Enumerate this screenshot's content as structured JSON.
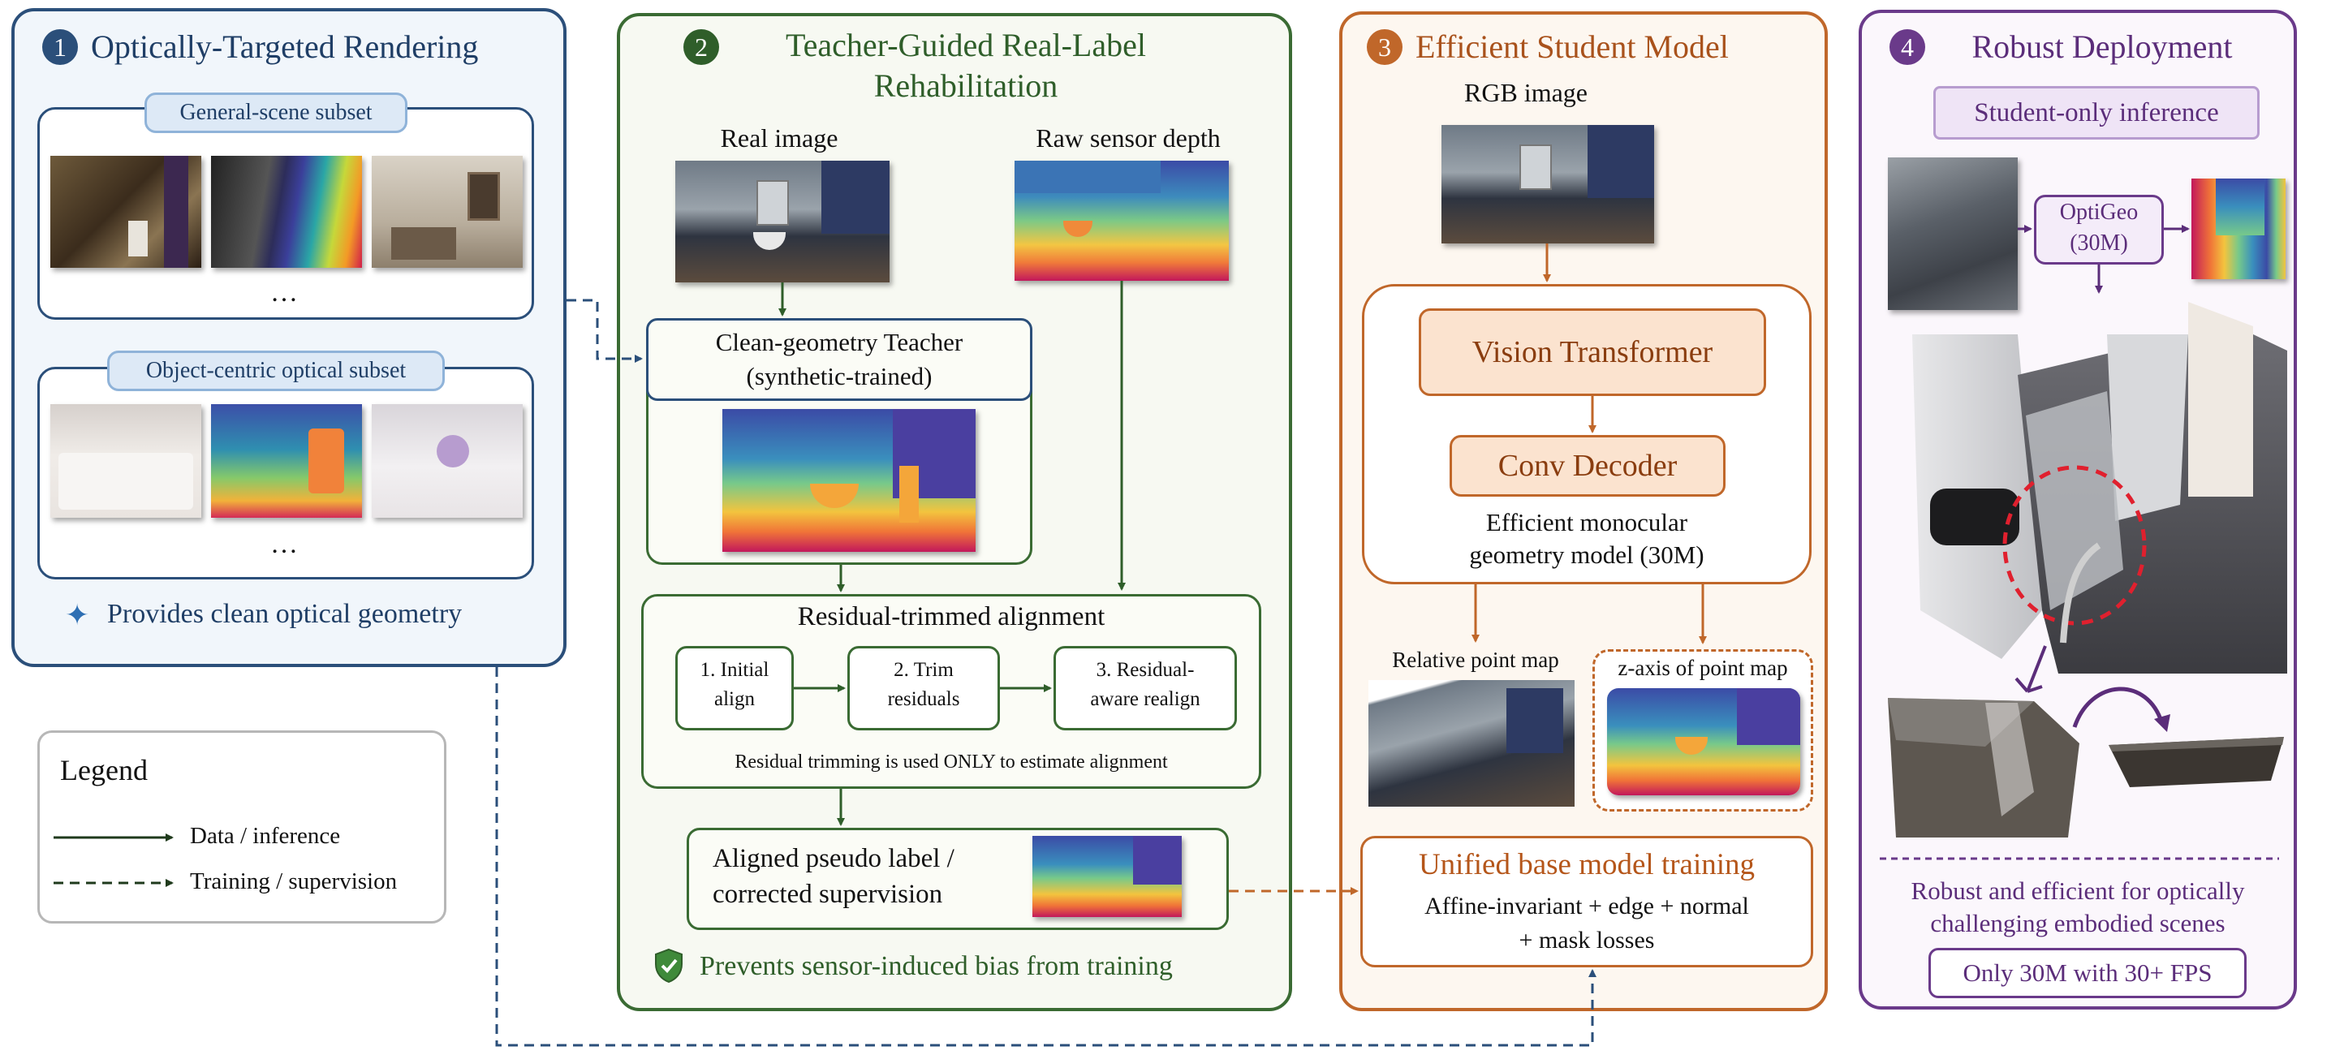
{
  "panel1": {
    "number": "1",
    "title": "Optically-Targeted Rendering",
    "subset1_label": "General-scene subset",
    "subset2_label": "Object-centric optical subset",
    "ellipsis": "…",
    "footer": "Provides clean optical geometry"
  },
  "legend": {
    "title": "Legend",
    "solid_label": "Data / inference",
    "dashed_label": "Training / supervision"
  },
  "panel2": {
    "number": "2",
    "title_line1": "Teacher-Guided Real-Label",
    "title_line2": "Rehabilitation",
    "real_image_label": "Real image",
    "raw_depth_label": "Raw sensor depth",
    "teacher_line1": "Clean-geometry Teacher",
    "teacher_line2": "(synthetic-trained)",
    "alignment_title": "Residual-trimmed alignment",
    "step1_line1": "1. Initial",
    "step1_line2": "align",
    "step2_line1": "2. Trim",
    "step2_line2": "residuals",
    "step3_line1": "3. Residual-",
    "step3_line2": "aware realign",
    "alignment_note": "Residual trimming is used ONLY to estimate alignment",
    "pseudo_line1": "Aligned pseudo label /",
    "pseudo_line2": "corrected supervision",
    "footer": "Prevents sensor-induced bias from training"
  },
  "panel3": {
    "number": "3",
    "title": "Efficient Student Model",
    "rgb_label": "RGB image",
    "vit_label": "Vision Transformer",
    "decoder_label": "Conv Decoder",
    "model_line1": "Efficient monocular",
    "model_line2": "geometry model (30M)",
    "relative_label": "Relative point map",
    "zaxis_label": "z-axis of point map",
    "training_title": "Unified base model training",
    "losses_line1": "Affine-invariant + edge + normal",
    "losses_line2": "+ mask losses"
  },
  "panel4": {
    "number": "4",
    "title": "Robust Deployment",
    "badge": "Student-only inference",
    "model_line1": "OptiGeo",
    "model_line2": "(30M)",
    "summary_line1": "Robust and efficient for optically",
    "summary_line2": "challenging embodied scenes",
    "stat": "Only 30M with 30+ FPS"
  },
  "colors": {
    "panel1": "#2b4f7a",
    "panel2": "#3a6b33",
    "panel3": "#c0672a",
    "panel4": "#6a3a8a"
  }
}
